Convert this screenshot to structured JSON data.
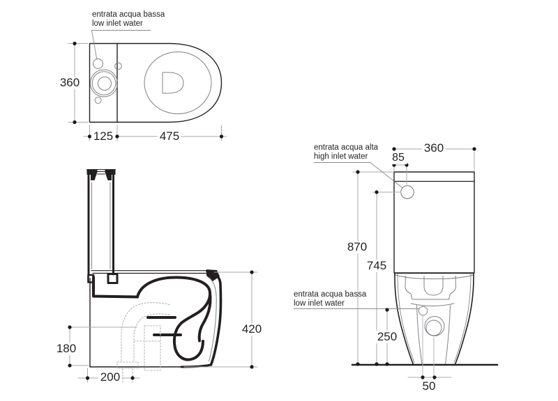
{
  "views": {
    "top": {
      "label_low_inlet_line1": "entrata acqua bassa",
      "label_low_inlet_line2": "low inlet water",
      "dim_depth": "360",
      "dim_cistern_width": "125",
      "dim_bowl_length": "475"
    },
    "section": {
      "dim_outlet_height": "180",
      "dim_outlet_distance": "200",
      "dim_rim_height": "420"
    },
    "front": {
      "label_high_inlet_line1": "entrata acqua alta",
      "label_high_inlet_line2": "high inlet water",
      "label_low_inlet_line1": "entrata acqua bassa",
      "label_low_inlet_line2": "low inlet water",
      "dim_width": "360",
      "dim_inlet_offset": "85",
      "dim_total_height": "870",
      "dim_high_inlet_height": "745",
      "dim_low_inlet_height": "250",
      "dim_outlet_offset": "50"
    }
  },
  "colors": {
    "ink": "#231f20",
    "detail_gray": "#808285",
    "dimension_gray": "#a7a9ac",
    "hidden_dash": "#b3b5b8"
  }
}
